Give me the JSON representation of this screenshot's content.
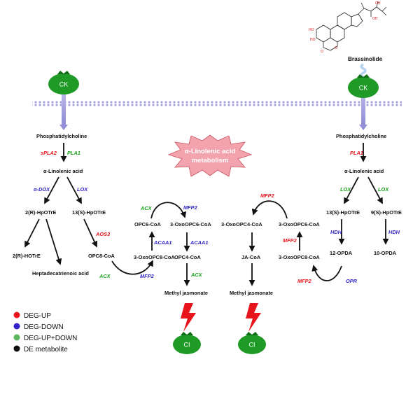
{
  "colors": {
    "up": "#e8141c",
    "down": "#3124c4",
    "updown": "#19a21a",
    "metabolite": "#111111",
    "tomato": "#1f9a27",
    "membrane": "#a7a4de",
    "burst_fill": "#f3a3ad",
    "burst_stroke": "#c9525e"
  },
  "brassinolide": {
    "label": "Brassinolide"
  },
  "tomato_left": {
    "label": "CK"
  },
  "tomato_right": {
    "label": "CK"
  },
  "tomato_ci_1": {
    "label": "CI"
  },
  "tomato_ci_2": {
    "label": "CI"
  },
  "central": {
    "line1": "α-Linolenic acid",
    "line2": "metabolism"
  },
  "left": {
    "phosphatidylcholine": "Phosphatidylcholine",
    "spla2": "sPLA2",
    "pla1": "PLA1",
    "linolenic": "α-Linolenic acid",
    "dox": "α-DOX",
    "lox": "LOX",
    "hpotre_2r": "2(R)-HpOTrE",
    "hpotre_13s": "13(S)-HpOTrE",
    "aos3": "AOS3",
    "hotre_2r": "2(R)-HOTrE",
    "heptadecatrienoic": "Heptadecatrienoic acid",
    "opc8coa": "OPC8-CoA"
  },
  "middle1": {
    "acx_top": "ACX",
    "mfp2_top": "MFP2",
    "opc6coa": "OPC6-CoA",
    "oxoopc6coa": "3-OxoOPC6-CoA",
    "acaa1_left": "ACAA1",
    "acaa1_right": "ACAA1",
    "oxoopc8coa": "3-OxoOPC8-CoA",
    "opc4coa": "OPC4-CoA",
    "acx_bottom": "ACX",
    "mfp2_bottom": "MFP2",
    "acx_right": "ACX",
    "methyl_jasmonate": "Methyl jasmonate"
  },
  "middle2": {
    "mfp2_top": "MFP2",
    "oxoopc4coa": "3-OxoOPC4-CoA",
    "oxoopc6coa": "3-OxoOPC6-CoA",
    "mfp2_mid": "MFP2",
    "jacoa": "JA-CoA",
    "oxoopc8coa": "3-OxoOPC8-CoA",
    "methyl_jasmonate": "Methyl jasmonate",
    "mfp2_bottom": "MFP2",
    "opr": "OPR"
  },
  "right": {
    "phosphatidylcholine": "Phosphatidylcholine",
    "pla1": "PLA1",
    "linolenic": "α-Linolenic acid",
    "lox_left": "LOX",
    "lox_right": "LOX",
    "hpotre_13s": "13(S)-HpOTrE",
    "hpotre_9s": "9(S)-HpOTrE",
    "hdh_left": "HDH",
    "hdh_right": "HDH",
    "opda_12": "12-OPDA",
    "opda_10": "10-OPDA"
  },
  "legend": [
    {
      "label": "DEG-UP",
      "color": "#e8141c"
    },
    {
      "label": "DEG-DOWN",
      "color": "#3124c4"
    },
    {
      "label": "DEG-UP+DOWN",
      "color": "#5cb85c"
    },
    {
      "label": "DE metabolite",
      "color": "#111111"
    }
  ]
}
